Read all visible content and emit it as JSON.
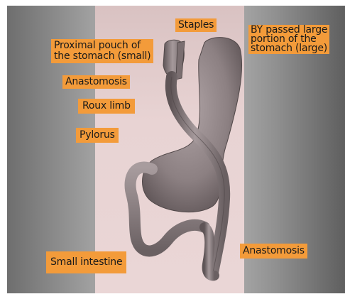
{
  "colors": {
    "label_background": "#f39b3a",
    "label_text": "#1a1a1a",
    "panel": "#e4cece",
    "tissue": "#8a7e80"
  },
  "labels": {
    "staples": "Staples",
    "bypassed_stomach": "BY passed large\nportion of the\nstomach (large)",
    "proximal_pouch": "Proximal pouch of\nthe stomach (small)",
    "anastomosis_upper": "Anastomosis",
    "roux_limb": "Roux limb",
    "pylorus": "Pylorus",
    "small_intestine": "Small intestine",
    "anastomosis_lower": "Anastomosis"
  }
}
